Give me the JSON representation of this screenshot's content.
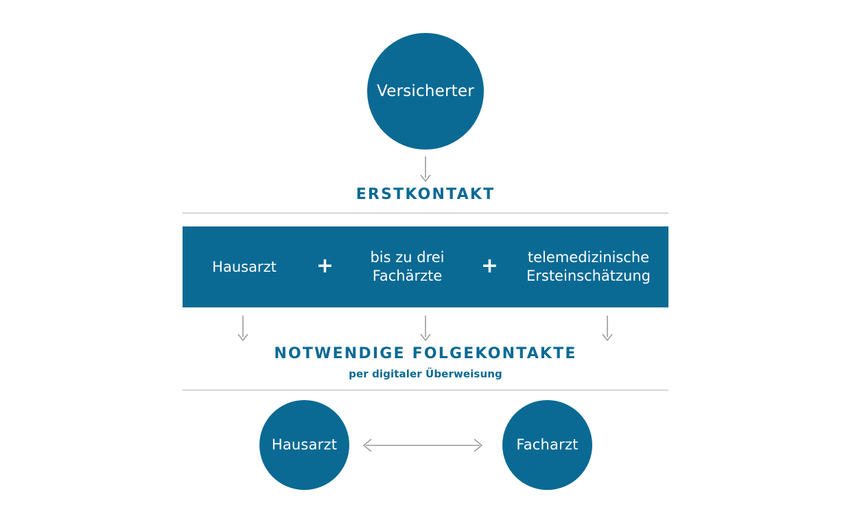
{
  "diagram": {
    "accent_color": "#0a6a94",
    "rule_color": "#b3b3b3",
    "arrow_color": "#9a9a9a",
    "background_color": "#ffffff"
  },
  "top_node": {
    "label": "Versicherter"
  },
  "erstkontakt": {
    "heading": "ERSTKONTAKT",
    "cells": [
      {
        "text": "Hausarzt"
      },
      {
        "text": "bis zu drei\nFachärzte",
        "line1": "bis zu drei",
        "line2": "Fachärzte"
      },
      {
        "text": "telemedizinische\nErsteinschätzung",
        "line1": "telemedizinische",
        "line2": "Ersteinschätzung"
      }
    ],
    "separators": [
      "+",
      "+"
    ]
  },
  "folgekontakte": {
    "heading": "NOTWENDIGE FOLGEKONTAKTE",
    "subheading": "per digitaler Überweisung",
    "nodes": [
      {
        "label": "Hausarzt"
      },
      {
        "label": "Facharzt"
      }
    ]
  },
  "chart_data": {
    "type": "diagram",
    "title": "",
    "flow": [
      {
        "step": 1,
        "kind": "node",
        "label": "Versicherter"
      },
      {
        "step": 2,
        "kind": "arrow",
        "direction": "down"
      },
      {
        "step": 3,
        "kind": "section",
        "label": "ERSTKONTAKT"
      },
      {
        "step": 4,
        "kind": "bar",
        "items": [
          "Hausarzt",
          "bis zu drei Fachärzte",
          "telemedizinische Ersteinschätzung"
        ],
        "joiner": "+"
      },
      {
        "step": 5,
        "kind": "arrows",
        "direction": "down",
        "count": 3
      },
      {
        "step": 6,
        "kind": "section",
        "label": "NOTWENDIGE FOLGEKONTAKTE",
        "sublabel": "per digitaler Überweisung"
      },
      {
        "step": 7,
        "kind": "nodes",
        "labels": [
          "Hausarzt",
          "Facharzt"
        ],
        "link": "bidirectional"
      }
    ]
  }
}
